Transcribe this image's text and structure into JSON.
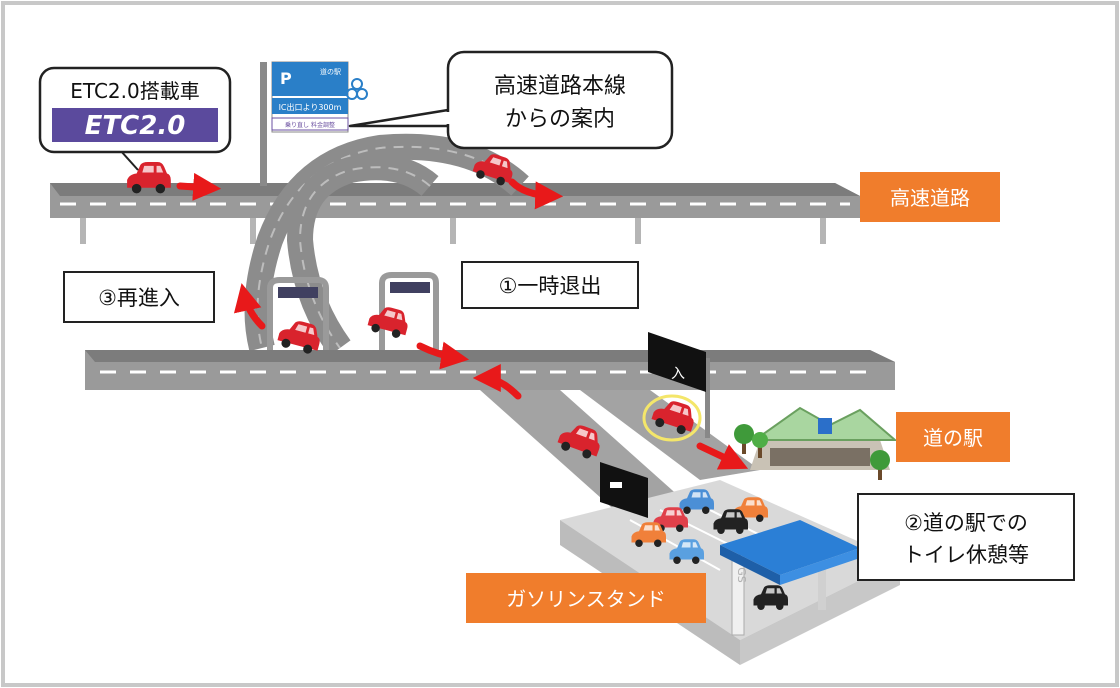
{
  "callouts": {
    "etc_vehicle": "ETC2.0搭載車",
    "etc_logo": "ETC2.0",
    "highway_guidance_line1": "高速道路本線",
    "highway_guidance_line2": "からの案内",
    "temporary_exit": "①一時退出",
    "re_entry": "③再進入",
    "rest_line1": "②道の駅での",
    "rest_line2": "トイレ休憩等"
  },
  "labels": {
    "highway": "高速道路",
    "michi_no_eki": "道の駅",
    "gas_station": "ガソリンスタンド"
  },
  "road_sign": {
    "p_mark": "P",
    "station_name": "道の駅",
    "distance": "IC出口より300m",
    "note": "乗り直し 料金調整"
  },
  "facility_signs": {
    "entrance": "入",
    "gas_pole": "GS"
  },
  "colors": {
    "label_orange": "#f07d2c",
    "arrow_red": "#e8191a",
    "car_red": "#d9232d",
    "road_gray": "#8f8f8f",
    "etc_purple": "#5b4a9d",
    "canopy_blue": "#2b7fd6"
  }
}
